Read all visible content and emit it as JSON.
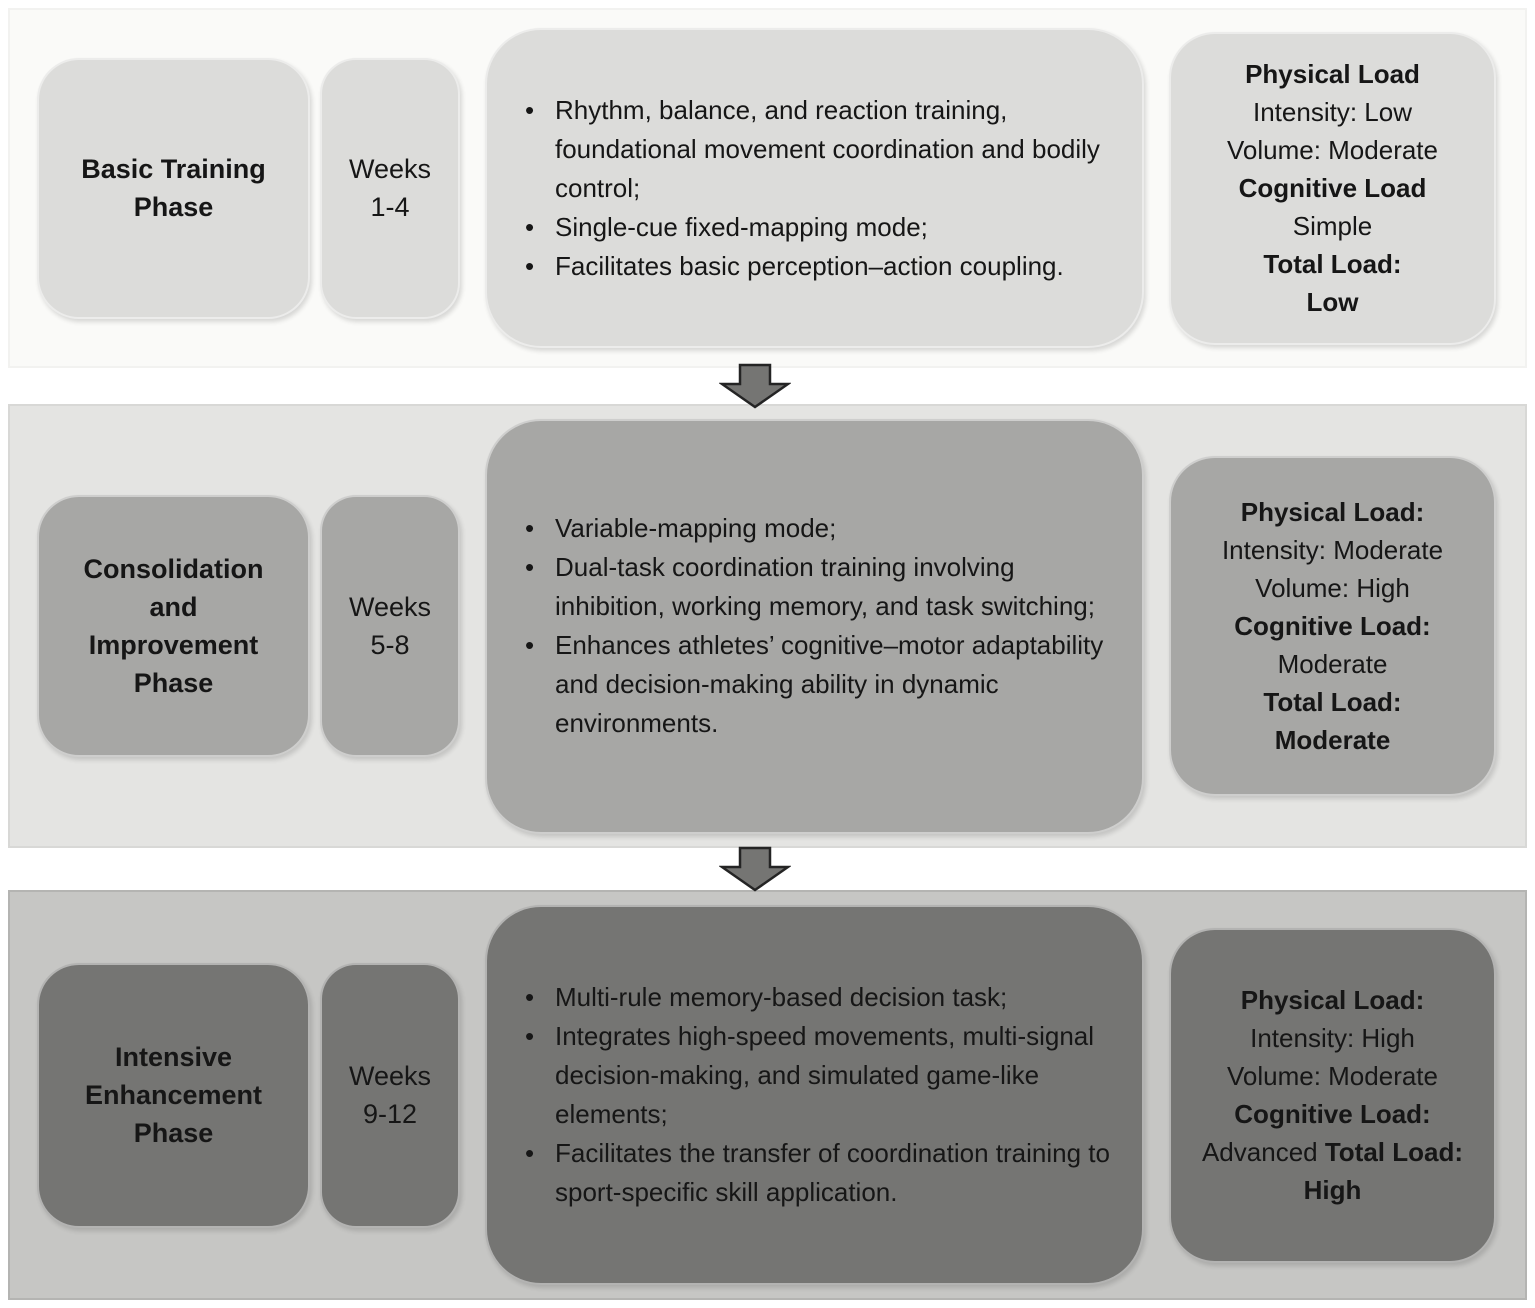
{
  "palette": {
    "page_bg": "#ffffff",
    "text": "#161616",
    "arrow_fill": "#757573",
    "arrow_outline": "#242424",
    "sections": [
      {
        "bg": "#fafaf8",
        "box": "#dcdcda",
        "edge": "#f2f2f0"
      },
      {
        "bg": "#e4e4e2",
        "box": "#a7a7a5",
        "edge": "#d8d8d6"
      },
      {
        "bg": "#c6c6c4",
        "box": "#757573",
        "edge": "#b4b4b2"
      }
    ]
  },
  "phases": [
    {
      "name": "Basic Training Phase",
      "name_lines": [
        "Basic Training",
        "Phase"
      ],
      "weeks_label": "Weeks",
      "weeks_range": "1-4",
      "bullets": [
        "Rhythm, balance, and reaction training, foundational movement coordination and bodily control;",
        "Single-cue fixed-mapping mode;",
        "Facilitates basic perception–action coupling."
      ],
      "load_lines": [
        [
          {
            "text": "Physical Load",
            "bold": true
          }
        ],
        [
          {
            "text": "Intensity: Low",
            "bold": false
          }
        ],
        [
          {
            "text": "Volume: Moderate",
            "bold": false
          }
        ],
        [
          {
            "text": "Cognitive Load",
            "bold": true
          }
        ],
        [
          {
            "text": "Simple",
            "bold": false
          }
        ],
        [
          {
            "text": "Total Load:",
            "bold": true
          }
        ],
        [
          {
            "text": "Low",
            "bold": true
          }
        ]
      ]
    },
    {
      "name": "Consolidation and Improvement Phase",
      "name_lines": [
        "Consolidation",
        "and",
        "Improvement",
        "Phase"
      ],
      "weeks_label": "Weeks",
      "weeks_range": "5-8",
      "bullets": [
        "Variable-mapping mode;",
        "Dual-task coordination training involving inhibition, working memory, and task switching;",
        "Enhances athletes’ cognitive–motor adaptability and decision-making ability in dynamic environments."
      ],
      "load_lines": [
        [
          {
            "text": "Physical Load:",
            "bold": true
          }
        ],
        [
          {
            "text": "Intensity: Moderate",
            "bold": false
          }
        ],
        [
          {
            "text": "Volume: High",
            "bold": false
          }
        ],
        [
          {
            "text": "Cognitive Load:",
            "bold": true
          }
        ],
        [
          {
            "text": "Moderate",
            "bold": false
          }
        ],
        [
          {
            "text": "Total Load:",
            "bold": true
          }
        ],
        [
          {
            "text": "Moderate",
            "bold": true
          }
        ]
      ]
    },
    {
      "name": "Intensive Enhancement Phase",
      "name_lines": [
        "Intensive",
        "Enhancement",
        "Phase"
      ],
      "weeks_label": "Weeks",
      "weeks_range": "9-12",
      "bullets": [
        "Multi-rule memory-based decision task;",
        "Integrates high-speed movements, multi-signal decision-making, and simulated game-like elements;",
        "Facilitates the transfer of coordination training to sport-specific skill application."
      ],
      "load_lines": [
        [
          {
            "text": "Physical Load:",
            "bold": true
          }
        ],
        [
          {
            "text": "Intensity: High",
            "bold": false
          }
        ],
        [
          {
            "text": "Volume: Moderate",
            "bold": false
          }
        ],
        [
          {
            "text": "Cognitive Load:",
            "bold": true
          }
        ],
        [
          {
            "text": "Advanced ",
            "bold": false
          },
          {
            "text": "Total Load:",
            "bold": true
          }
        ],
        [
          {
            "text": "High",
            "bold": true
          }
        ]
      ]
    }
  ]
}
